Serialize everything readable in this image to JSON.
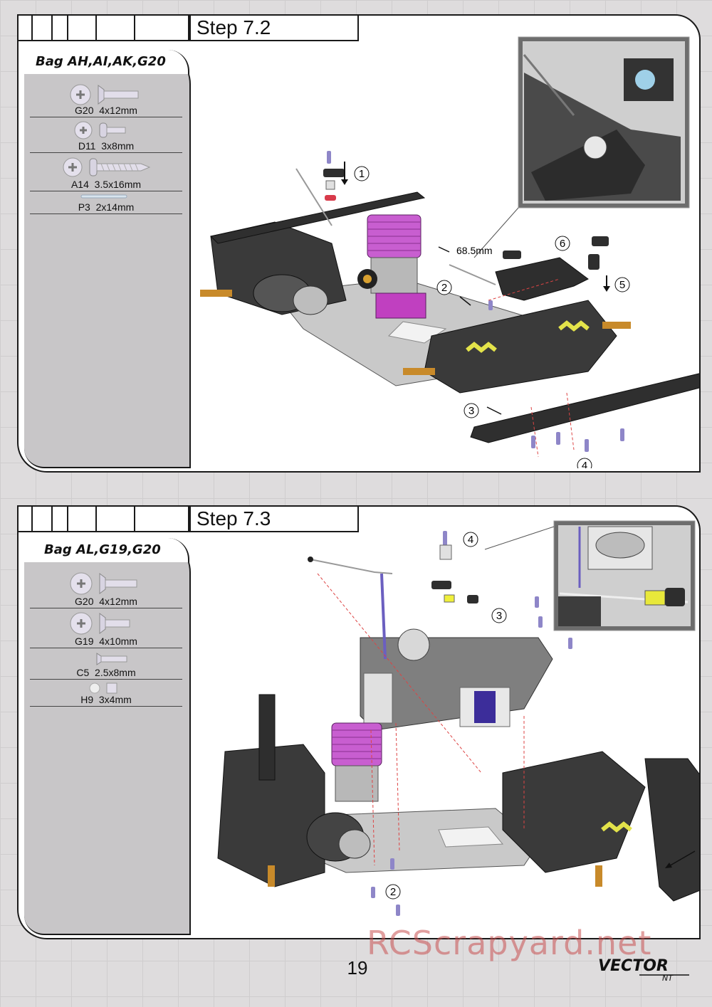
{
  "steps": [
    {
      "title": "Step 7.2",
      "bag": "Bag AH,AI,AK,G20",
      "parts": [
        {
          "code": "G20",
          "size": "4x12mm",
          "label": "G20  4x12mm"
        },
        {
          "code": "D11",
          "size": "3x8mm",
          "label": "D11  3x8mm"
        },
        {
          "code": "A14",
          "size": "3.5x16mm",
          "label": "A14  3.5x16mm"
        },
        {
          "code": "P3",
          "size": "2x14mm",
          "label": "P3  2x14mm"
        }
      ],
      "callouts": [
        "1",
        "2",
        "3",
        "4",
        "5",
        "6"
      ],
      "measurement": "68.5mm"
    },
    {
      "title": "Step 7.3",
      "bag": "Bag AL,G19,G20",
      "parts": [
        {
          "code": "G20",
          "size": "4x12mm",
          "label": "G20  4x12mm"
        },
        {
          "code": "G19",
          "size": "4x10mm",
          "label": "G19  4x10mm"
        },
        {
          "code": "C5",
          "size": "2.5x8mm",
          "label": "C5  2.5x8mm"
        },
        {
          "code": "H9",
          "size": "3x4mm",
          "label": "H9  3x4mm"
        }
      ],
      "callouts": [
        "2",
        "3",
        "4"
      ]
    }
  ],
  "page_number": "19",
  "watermark": "RCScrapyard.net",
  "brand": "VECTOR",
  "brand_sub": "NT",
  "colors": {
    "engine": "#c050c8",
    "chassis": "#bfbfbf",
    "plastic": "#2e2e2e",
    "screw": "#8e86c8",
    "spring": "#e3e34a"
  }
}
